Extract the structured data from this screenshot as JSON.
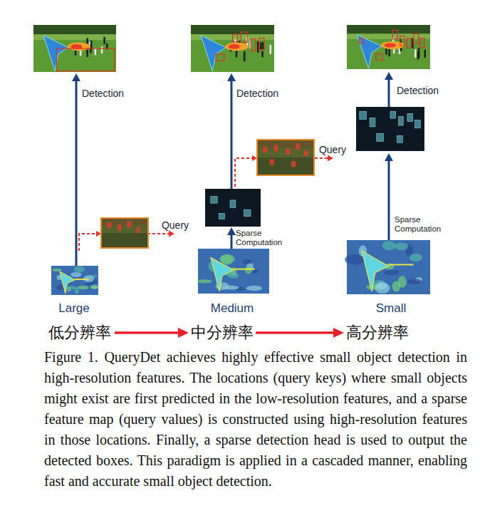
{
  "diagram": {
    "caption": "Figure 1. QueryDet achieves highly effective small object detection in high-resolution features. The locations (query keys) where small objects might exist are first predicted in the low-resolution features, and a sparse feature map (query values) is constructed using high-resolution features in those locations. Finally, a sparse detection head is used to output the detected boxes. This paradigm is applied in a cascaded manner, enabling fast and accurate small object detection.",
    "nodes": [
      {
        "text": [
          "Detection",
          "Large"
        ]
      },
      {
        "text": [
          "Detection",
          "Sparse Computation",
          "Medium"
        ]
      },
      {
        "text": [
          "Detection",
          "Sparse Computation",
          "Small"
        ]
      }
    ],
    "edges": [
      {
        "from": 0,
        "to": 1,
        "label": "Query",
        "arrow": "to"
      },
      {
        "from": 1,
        "to": 2,
        "label": "Query",
        "arrow": "to"
      }
    ],
    "labels": [
      "低分辨率",
      "中分辨率",
      "高分辨率"
    ]
  }
}
